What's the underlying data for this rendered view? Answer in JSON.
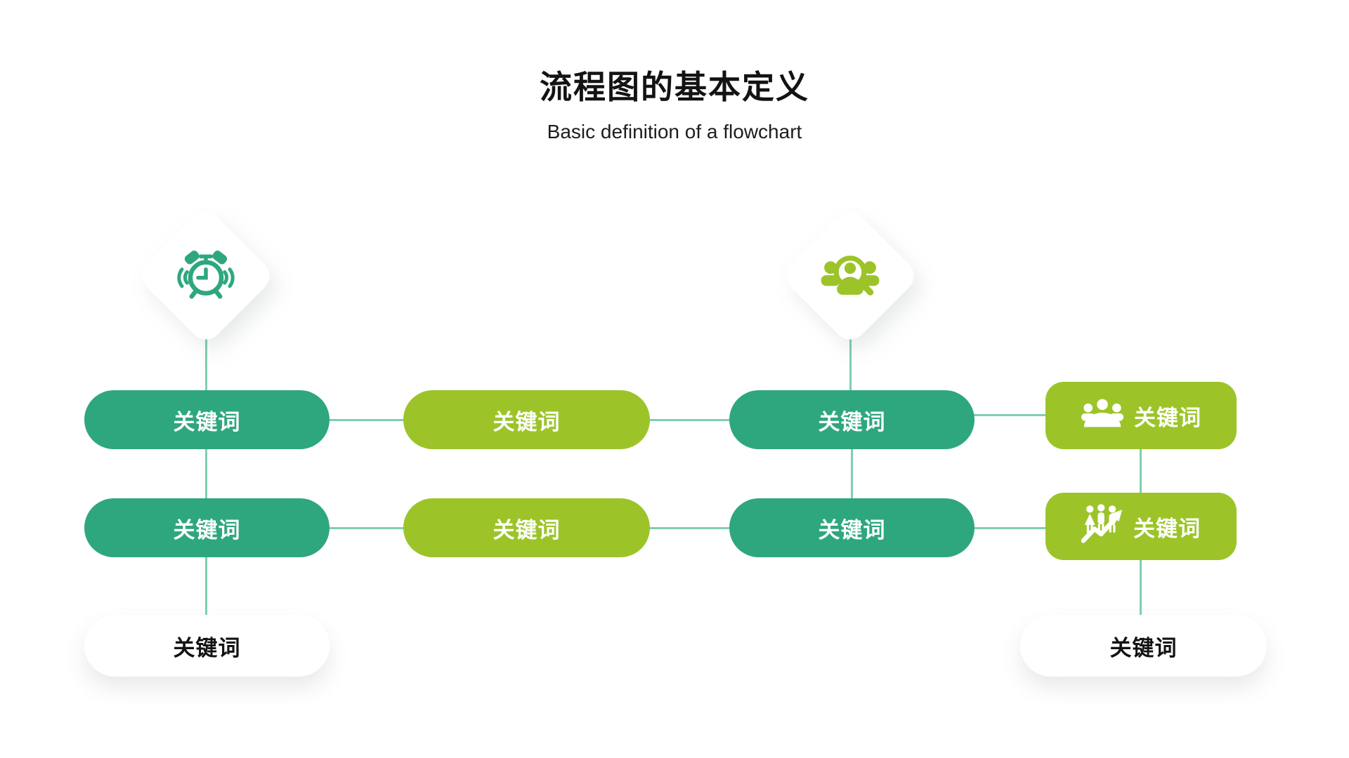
{
  "title": "流程图的基本定义",
  "subtitle": "Basic definition of a flowchart",
  "colors": {
    "teal": "#2fa77e",
    "green": "#9cc429",
    "connector": "#7fcfad",
    "bg": "#ffffff",
    "ink": "#131313"
  },
  "diamonds": [
    {
      "icon": "alarm-clock",
      "color": "#2fa77e"
    },
    {
      "icon": "people-search",
      "color": "#9cc429"
    }
  ],
  "pills": {
    "row1": [
      {
        "label": "关键词",
        "variant": "teal"
      },
      {
        "label": "关键词",
        "variant": "green"
      },
      {
        "label": "关键词",
        "variant": "teal"
      },
      {
        "label": "关键词",
        "variant": "green",
        "icon": "meeting"
      }
    ],
    "row2": [
      {
        "label": "关键词",
        "variant": "teal"
      },
      {
        "label": "关键词",
        "variant": "green"
      },
      {
        "label": "关键词",
        "variant": "teal"
      },
      {
        "label": "关键词",
        "variant": "green",
        "icon": "people-growth"
      }
    ],
    "row3": [
      {
        "label": "关键词",
        "variant": "white"
      },
      {
        "label": "关键词",
        "variant": "white"
      }
    ]
  }
}
